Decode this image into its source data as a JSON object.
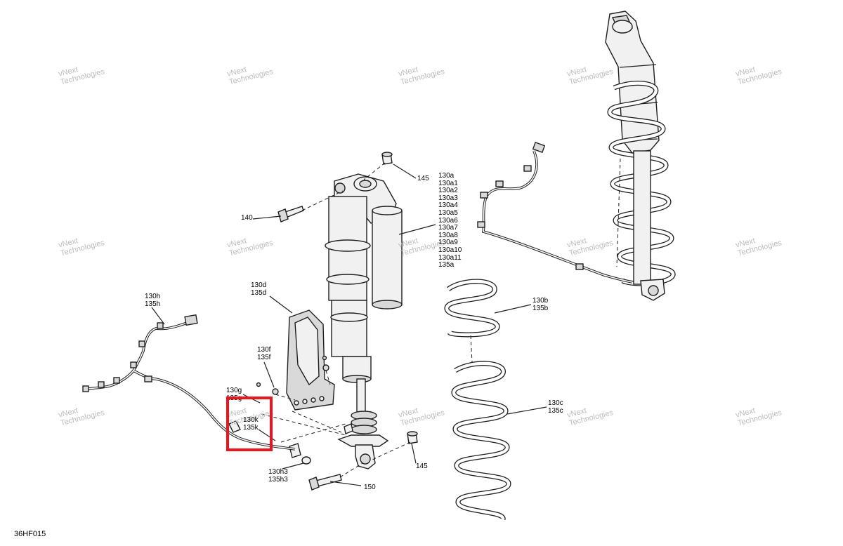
{
  "figure_id": "36HF015",
  "watermark_text": "vNext\nTechnologies",
  "highlight_color": "#e8171f",
  "callouts": {
    "c145_top": "145",
    "c130a_group": "130a\n130a1\n130a2\n130a3\n130a4\n130a5\n130a6\n130a7\n130a8\n130a9\n130a10\n130a11\n135a",
    "c140": "140",
    "c130d": "130d\n135d",
    "c130h": "130h\n135h",
    "c130f": "130f\n135f",
    "c130g": "130g\n135g",
    "c130k": "130k\n135k",
    "c130h3": "130h3\n135h3",
    "c150": "150",
    "c145_bottom": "145",
    "c130b": "130b\n135b",
    "c130c": "130c\n135c"
  }
}
